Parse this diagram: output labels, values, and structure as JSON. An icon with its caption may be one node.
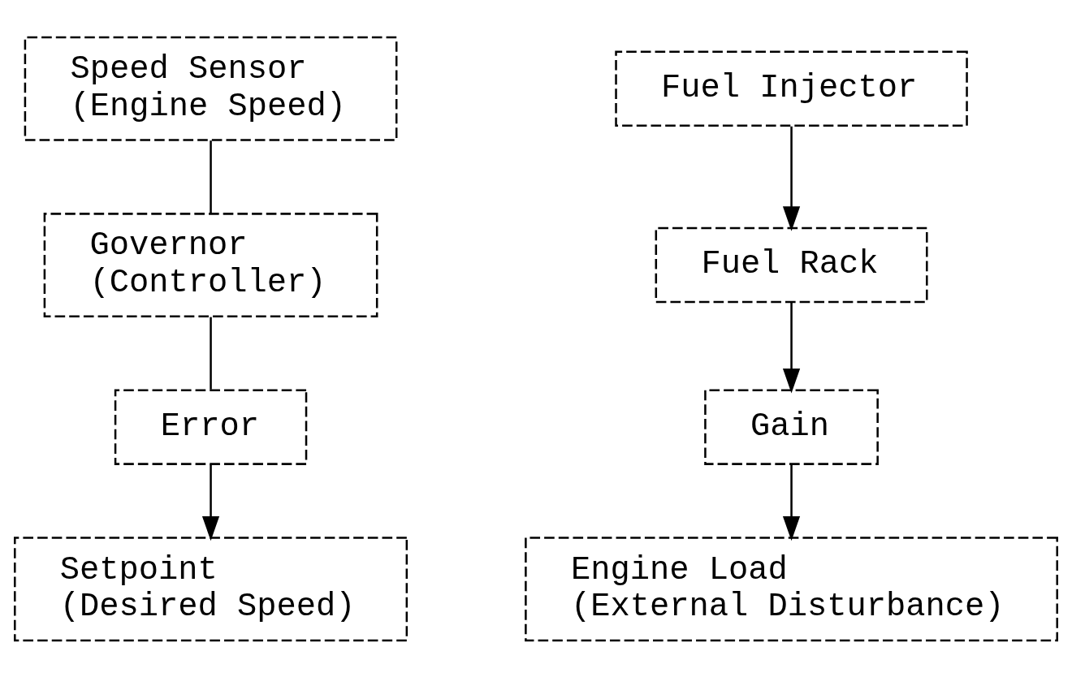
{
  "diagram": {
    "nodes": [
      {
        "text": [
          "Speed Sensor",
          "(Engine Speed)"
        ]
      },
      {
        "text": [
          "Fuel Injector"
        ]
      },
      {
        "text": [
          "Governor",
          "(Controller)"
        ]
      },
      {
        "text": [
          "Fuel Rack"
        ]
      },
      {
        "text": [
          "Error"
        ]
      },
      {
        "text": [
          "Gain"
        ]
      },
      {
        "text": [
          "Setpoint",
          "(Desired Speed)"
        ]
      },
      {
        "text": [
          "Engine Load",
          "(External Disturbance)"
        ]
      }
    ],
    "edges": [
      {
        "from": 0,
        "to": 2,
        "arrow": "none"
      },
      {
        "from": 2,
        "to": 4,
        "arrow": "none"
      },
      {
        "from": 4,
        "to": 6,
        "arrow": "to"
      },
      {
        "from": 1,
        "to": 3,
        "arrow": "to"
      },
      {
        "from": 3,
        "to": 5,
        "arrow": "to"
      },
      {
        "from": 5,
        "to": 7,
        "arrow": "to"
      }
    ]
  }
}
